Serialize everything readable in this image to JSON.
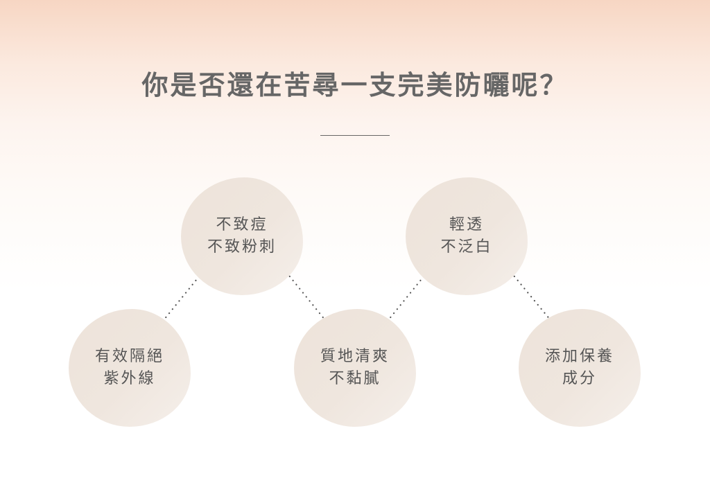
{
  "title": "你是否還在苦尋一支完美防曬呢？",
  "features": [
    {
      "line1": "不致痘",
      "line2": "不致粉刺"
    },
    {
      "line1": "輕透",
      "line2": "不泛白"
    },
    {
      "line1": "有效隔絕",
      "line2": "紫外線"
    },
    {
      "line1": "質地清爽",
      "line2": "不黏膩"
    },
    {
      "line1": "添加保養",
      "line2": "成分"
    }
  ]
}
